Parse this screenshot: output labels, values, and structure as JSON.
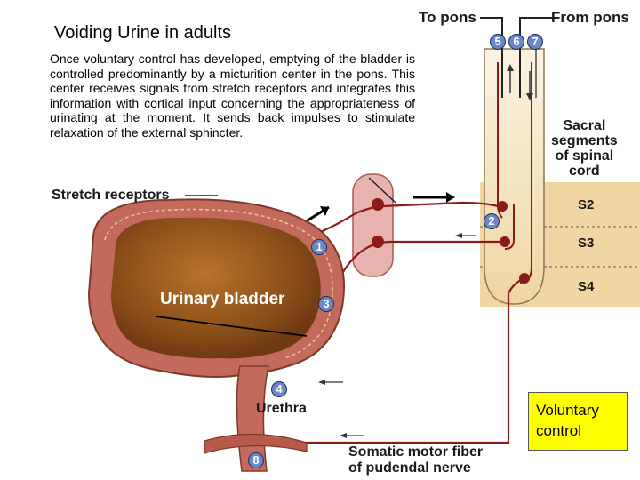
{
  "title": "Voiding Urine in adults",
  "paragraph": "Once voluntary control has developed, emptying of the bladder is controlled predominantly by a micturition center in the pons. This center receives signals from stretch receptors and integrates this information with cortical input concerning the appropriateness of urinating at the moment. It sends back impulses to stimulate relaxation of the external sphincter.",
  "labels": {
    "to_pons": "To pons",
    "from_pons": "From pons",
    "stretch_receptors": "Stretch receptors",
    "urinary_bladder": "Urinary bladder",
    "urethra": "Urethra",
    "somatic_line1": "Somatic motor fiber",
    "somatic_line2": "of pudendal nerve",
    "sacral_line1": "Sacral",
    "sacral_line2": "segments",
    "sacral_line3": "of spinal",
    "sacral_line4": "cord"
  },
  "segments": [
    "S2",
    "S3",
    "S4"
  ],
  "steps": [
    "1",
    "2",
    "3",
    "4",
    "5",
    "6",
    "7",
    "8"
  ],
  "callout": {
    "line1": "Voluntary",
    "line2": "control",
    "color": "#ffff00"
  },
  "colors": {
    "cord": "#f2d9a8",
    "nerve": "#8b1a1a",
    "bladder_wall": "#c46a5c",
    "bladder_inner": "#9a5a1e",
    "step_circle": "#6b86c9",
    "ganglion": "#e8b3ae"
  }
}
